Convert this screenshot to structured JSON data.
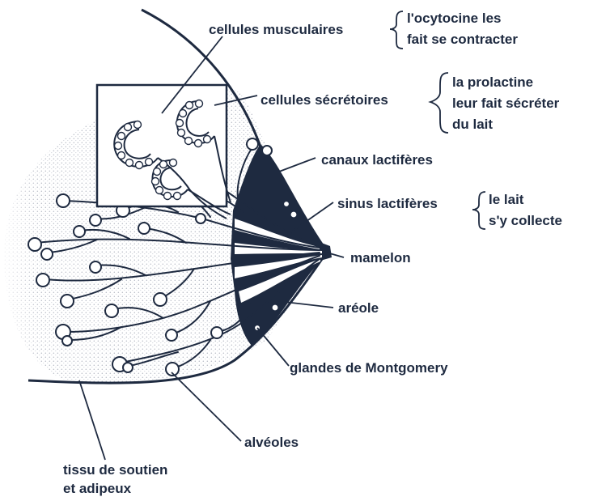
{
  "diagram": {
    "colors": {
      "ink": "#1e2a40",
      "background": "#ffffff",
      "stipple": "#b8bcc6"
    },
    "labels": {
      "muscle_cells": "cellules musculaires",
      "secretory_cells": "cellules sécrétoires",
      "ducts": "canaux lactifères",
      "sinus": "sinus lactifères",
      "nipple": "mamelon",
      "areola": "aréole",
      "montgomery": "glandes de Montgomery",
      "alveoli": "alvéoles",
      "tissue_line1": "tissu de soutien",
      "tissue_line2": "et adipeux"
    },
    "notes": {
      "oxytocin_line1": "l'ocytocine les",
      "oxytocin_line2": "fait se contracter",
      "prolactin_line1": "la prolactine",
      "prolactin_line2": "leur fait sécréter",
      "prolactin_line3": "du lait",
      "collect_line1": "le lait",
      "collect_line2": "s'y collecte"
    }
  }
}
